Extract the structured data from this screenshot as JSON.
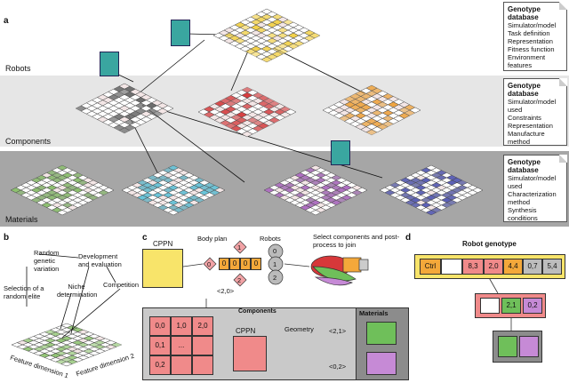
{
  "panels": {
    "a": "a",
    "b": "b",
    "c": "c",
    "d": "d"
  },
  "bands": {
    "robots": "Robots",
    "components": "Components",
    "materials": "Materials"
  },
  "genotype_boxes": [
    {
      "title": "Genotype database",
      "items": [
        "Simulator/model",
        "Task definition",
        "Representation",
        "Fitness function",
        "Environment features"
      ]
    },
    {
      "title": "Genotype database",
      "items": [
        "Simulator/model used",
        "Constraints",
        "Representation",
        "Manufacture method"
      ]
    },
    {
      "title": "Genotype database",
      "items": [
        "Simulator/model used",
        "Characterization method",
        "Synthesis conditions"
      ]
    }
  ],
  "colors": {
    "band_light": "#e6e6e6",
    "band_dark": "#a6a6a6",
    "robot_yellow": "#f2d14a",
    "component_gray": "#6b6b6b",
    "component_red": "#d7383a",
    "component_orange": "#f0a440",
    "material_green": "#8cc26d",
    "material_cyan": "#67c6dc",
    "material_purple": "#b06fc3",
    "material_blue": "#5a5fb8",
    "ctrl_yellow": "#f8e46a",
    "body_orange": "#f4a83a",
    "pink": "#f2a3a6",
    "green": "#6fbf5a",
    "purple": "#c68ad6",
    "gray": "#bdbdbd",
    "teal": "#3aa6a0"
  },
  "panel_b": {
    "steps": [
      "Random genetic variation",
      "Development and evaluation",
      "Niche determination",
      "Competition",
      "Selection of a random elite"
    ],
    "axes": [
      "Feature dimension 1",
      "Feature dimension 2"
    ]
  },
  "panel_c": {
    "cppn": "CPPN",
    "body_plan": "Body plan",
    "robots": "Robots",
    "select": "Select components and post-process to join",
    "body_values": [
      "0",
      "0",
      "0",
      "0"
    ],
    "diamonds": [
      "0",
      "1",
      "2"
    ],
    "circles": [
      "0",
      "1",
      "2"
    ],
    "tag_20": "<2,0>",
    "components_title": "Components",
    "grid": [
      "0,0",
      "1,0",
      "2,0",
      "0,1",
      "...",
      "",
      "0,2",
      "",
      ""
    ],
    "cppn2": "CPPN",
    "geometry": "Geometry",
    "tag_21": "<2,1>",
    "tag_02": "<0,2>",
    "materials_title": "Materials"
  },
  "panel_d": {
    "title": "Robot genotype",
    "cells": [
      "Ctrl",
      "",
      "8,3",
      "2,0",
      "4,4",
      "0,7",
      "5,4"
    ],
    "sub": [
      "",
      "2,1",
      "0,2"
    ]
  }
}
